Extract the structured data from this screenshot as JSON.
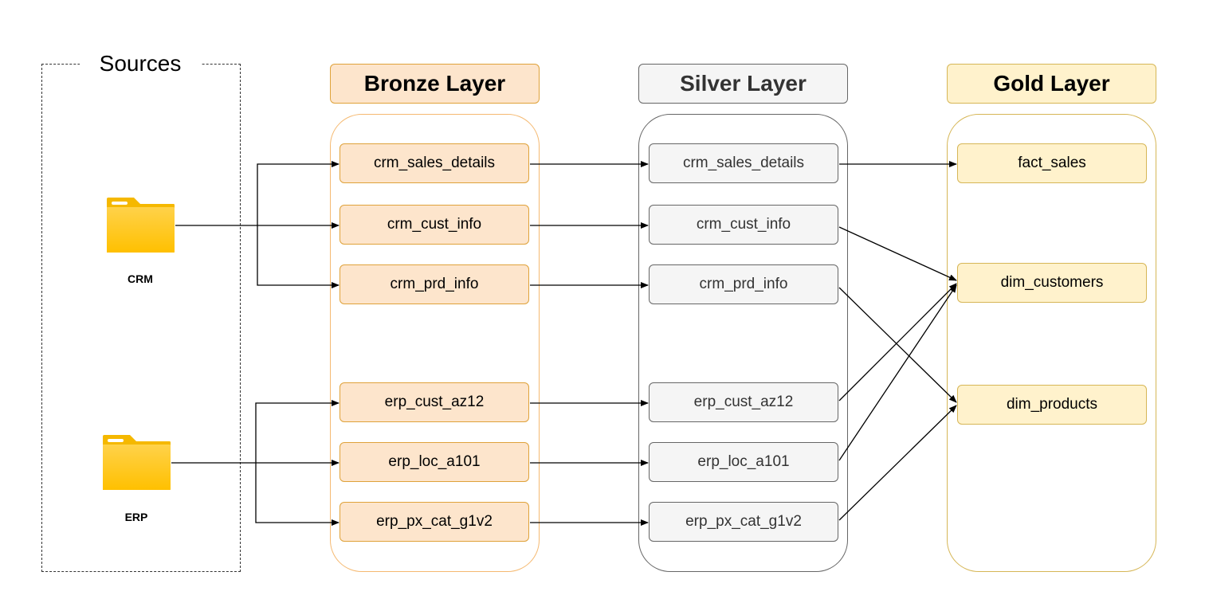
{
  "sources": {
    "title": "Sources",
    "items": [
      {
        "label": "CRM",
        "icon": "folder-icon"
      },
      {
        "label": "ERP",
        "icon": "folder-icon"
      }
    ]
  },
  "layers": {
    "bronze": {
      "title": "Bronze Layer",
      "tables": [
        "crm_sales_details",
        "crm_cust_info",
        "crm_prd_info",
        "erp_cust_az12",
        "erp_loc_a101",
        "erp_px_cat_g1v2"
      ]
    },
    "silver": {
      "title": "Silver Layer",
      "tables": [
        "crm_sales_details",
        "crm_cust_info",
        "crm_prd_info",
        "erp_cust_az12",
        "erp_loc_a101",
        "erp_px_cat_g1v2"
      ]
    },
    "gold": {
      "title": "Gold Layer",
      "tables": [
        "fact_sales",
        "dim_customers",
        "dim_products"
      ]
    }
  },
  "colors": {
    "bronze_fill": "#fde5cc",
    "bronze_stroke": "#dfa23a",
    "silver_fill": "#f5f5f5",
    "silver_stroke": "#666666",
    "gold_fill": "#fff2cc",
    "gold_stroke": "#d6b656",
    "folder": "#ffc800"
  }
}
